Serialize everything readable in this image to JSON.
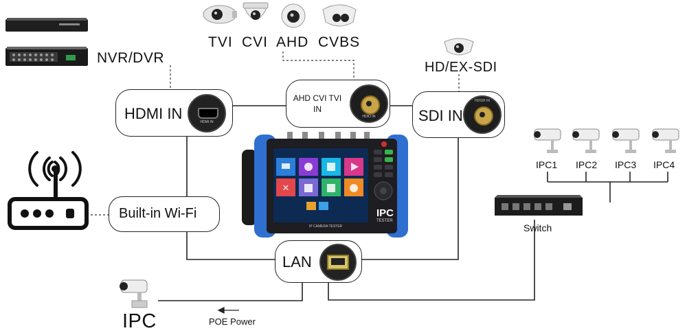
{
  "labels": {
    "nvr_dvr": "NVR/DVR",
    "tvi": "TVI",
    "cvi": "CVI",
    "ahd": "AHD",
    "cvbs": "CVBS",
    "hd_ex_sdi": "HD/EX-SDI",
    "hdmi_in": "HDMI IN",
    "analog_in": "AHD CVI TVI\nIN",
    "sdi_in": "SDI IN",
    "wifi": "Built-in Wi-Fi",
    "lan": "LAN",
    "ipc1": "IPC1",
    "ipc2": "IPC2",
    "ipc3": "IPC3",
    "ipc4": "IPC4",
    "switch": "Switch",
    "ipc": "IPC",
    "poe": "POE Power",
    "device_brand": "IPC",
    "device_sub": "TESTER",
    "device_bottom": "IP  CAMERA  TESTER",
    "port_hdmi": "HDMI IN",
    "port_bnc": "HDIO IN",
    "port_sdi": "HDSDI IN"
  },
  "colors": {
    "device_blue": "#2f6fd0",
    "device_dark": "#1d1d22",
    "line": "#222222",
    "app_blue": "#2b7fd9",
    "app_purple": "#8a3bd6",
    "app_cyan": "#19b6e6",
    "app_pink": "#d8388a",
    "app_red": "#e2474b",
    "app_lilac": "#7a68d4",
    "app_green": "#2fb36a",
    "app_orange": "#f08a24",
    "key_green": "#3cb34a",
    "key_red": "#d0312d"
  }
}
